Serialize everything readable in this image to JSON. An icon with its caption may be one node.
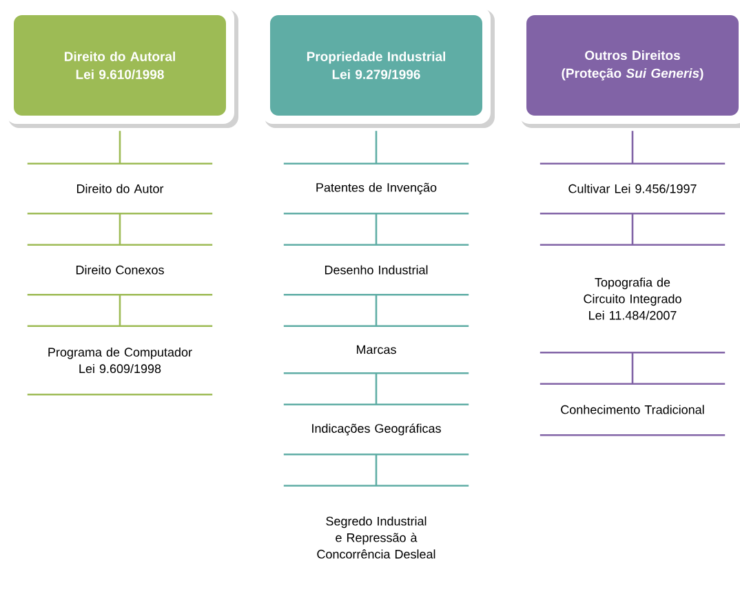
{
  "diagram": {
    "nodes": [
      {
        "text": [
          "Direito do Autoral Lei 9.610/1998"
        ]
      },
      {
        "text": [
          "Propriedade Industrial Lei 9.279/1996"
        ]
      },
      {
        "text": [
          "Outros Direitos (Proteção *Sui Generis*)"
        ]
      },
      {
        "text": [
          "Direito do Autor"
        ]
      },
      {
        "text": [
          "Direito Conexos"
        ]
      },
      {
        "text": [
          "Programa de Computador Lei 9.609/1998"
        ]
      },
      {
        "text": [
          "Patentes de Invenção"
        ]
      },
      {
        "text": [
          "Desenho Industrial"
        ]
      },
      {
        "text": [
          "Marcas"
        ]
      },
      {
        "text": [
          "Indicações Geográficas"
        ]
      },
      {
        "text": [
          "Segredo Industrial e Repressão à Concorrência Desleal"
        ]
      },
      {
        "text": [
          "Cultivar Lei 9.456/1997"
        ]
      },
      {
        "text": [
          "Topografia de Circuito Integrado Lei 11.484/2007"
        ]
      },
      {
        "text": [
          "Conhecimento Tradicional"
        ]
      }
    ],
    "edges": [
      {
        "from": 0,
        "to": 3,
        "arrow": "none",
        "color": "#9dbb55"
      },
      {
        "from": 3,
        "to": 4,
        "arrow": "none",
        "color": "#9dbb55"
      },
      {
        "from": 4,
        "to": 5,
        "arrow": "none",
        "color": "#9dbb55"
      },
      {
        "from": 1,
        "to": 6,
        "arrow": "none"
      },
      {
        "from": 6,
        "to": 7,
        "arrow": "none"
      },
      {
        "from": 7,
        "to": 8,
        "arrow": "none"
      },
      {
        "from": 8,
        "to": 9,
        "arrow": "none"
      },
      {
        "from": 9,
        "to": 10,
        "arrow": "none"
      },
      {
        "from": 2,
        "to": 11,
        "arrow": "none",
        "color": "#8163a6"
      },
      {
        "from": 11,
        "to": 12,
        "arrow": "none",
        "color": "#8163a6"
      },
      {
        "from": 12,
        "to": 13,
        "arrow": "none",
        "color": "#8163a6"
      }
    ]
  }
}
